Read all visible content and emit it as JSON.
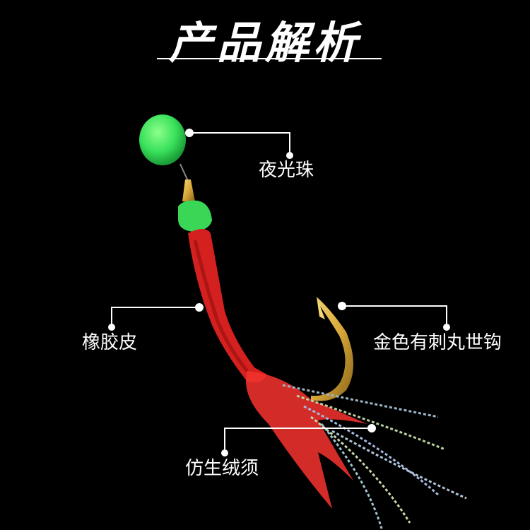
{
  "title": "产品解析",
  "labels": {
    "bead": "夜光珠",
    "rubber": "橡胶皮",
    "hook": "金色有刺丸世钩",
    "whiskers": "仿生绒须"
  },
  "colors": {
    "background": "#000000",
    "glow_bead": "#38e05a",
    "rubber_skin": "#d4201e",
    "hook_gold": "#d9a93a",
    "callout_line": "#ffffff"
  }
}
